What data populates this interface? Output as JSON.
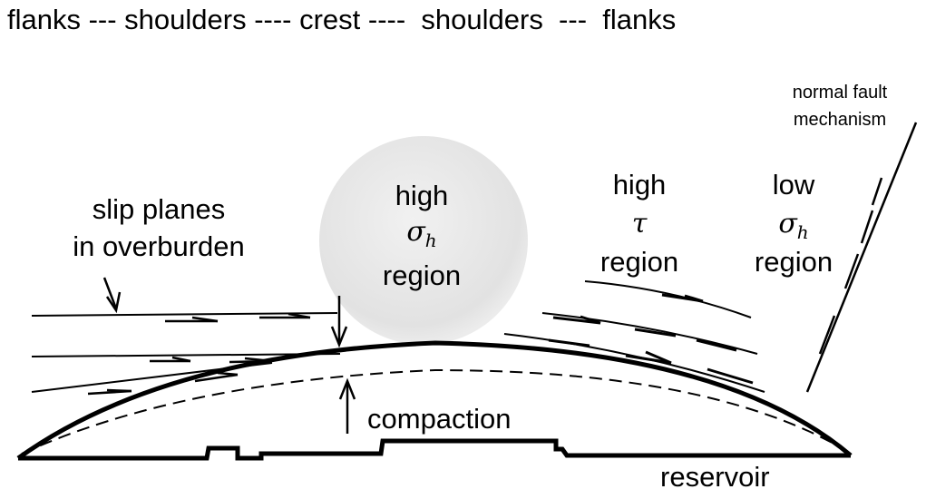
{
  "header": "flanks --- shoulders ---- crest ----  shoulders  ---  flanks",
  "labels": {
    "normal_fault_line1": "normal fault",
    "normal_fault_line2": "mechanism",
    "slip_line1": "slip planes",
    "slip_line2": "in overburden",
    "crest_line1": "high",
    "crest_symbol": "σ",
    "crest_sub": "h",
    "crest_line3": "region",
    "shoulder_line1": "high",
    "shoulder_symbol": "τ",
    "shoulder_line3": "region",
    "flank_line1": "low",
    "flank_symbol": "σ",
    "flank_sub": "h",
    "flank_line3": "region",
    "compaction": "compaction",
    "reservoir": "reservoir"
  },
  "colors": {
    "ink": "#000000",
    "crest_bubble": "#e6e6e6"
  }
}
